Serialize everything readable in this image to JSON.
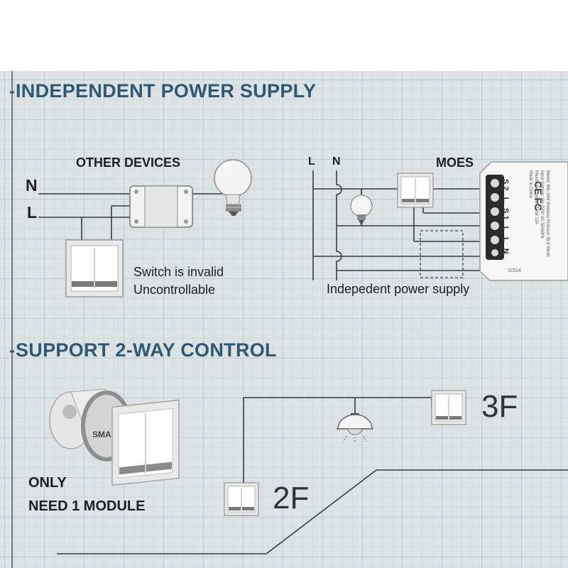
{
  "sections": {
    "independent_title": "INDEPENDENT POWER SUPPLY",
    "twoway_title": "SUPPORT 2-WAY CONTROL"
  },
  "left_diagram": {
    "other_devices_label": "OTHER DEVICES",
    "n_label": "N",
    "l_label": "L",
    "switch_invalid_label": "Switch is invalid",
    "uncontrollable_label": "Uncontrollable"
  },
  "right_diagram": {
    "l_label": "L",
    "n_label": "N",
    "moes_label": "MOES",
    "caption": "Indepedent power supply",
    "module_terminals": "S2 L S1 L L N",
    "module_code": "GS14"
  },
  "twoway": {
    "only_label": "ONLY",
    "need_label": "NEED 1 MODULE",
    "floor_3f": "3F",
    "floor_2f": "2F",
    "module_partial_label": "SMA"
  },
  "colors": {
    "title_blue": "#2e5873",
    "grid_line": "#b9cdd8",
    "wire": "#3a3a3a",
    "switch_frame": "#bdbdbd"
  }
}
